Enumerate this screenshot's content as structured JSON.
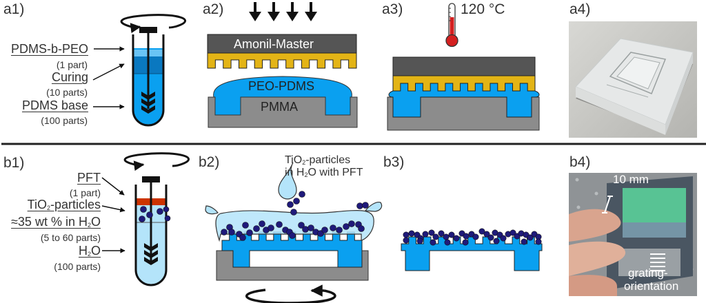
{
  "panels": {
    "a1": {
      "label": "a1)",
      "pdms_b_peo": "PDMS-b-PEO",
      "pdms_b_peo_qty": "(1 part)",
      "curing": "Curing",
      "curing_qty": "(10 parts)",
      "pdms_base": "PDMS base",
      "pdms_base_qty": "(100 parts)"
    },
    "a2": {
      "label": "a2)",
      "master": "Amonil-Master",
      "peo_pdms": "PEO-PDMS",
      "pmma": "PMMA"
    },
    "a3": {
      "label": "a3)",
      "temperature": "120 °C"
    },
    "a4": {
      "label": "a4)"
    },
    "b1": {
      "label": "b1)",
      "pft": "PFT",
      "pft_qty": "(1 part)",
      "tio2_a": "TiO",
      "tio2_sub": "2",
      "tio2_b": "-particles",
      "conc_a": "≈35 wt % in H",
      "conc_sub": "2",
      "conc_b": "O",
      "tio2_qty": "(5 to 60 parts)",
      "h2o_a": "H",
      "h2o_sub": "2",
      "h2o_b": "O",
      "h2o_qty": "(100 parts)"
    },
    "b2": {
      "label": "b2)",
      "drop_l1_a": "TiO",
      "drop_l1_sub": "2",
      "drop_l1_b": "-particles",
      "drop_l2_a": "in H",
      "drop_l2_sub": "2",
      "drop_l2_b": "O with PFT"
    },
    "b3": {
      "label": "b3)"
    },
    "b4": {
      "label": "b4)",
      "scale": "10 mm",
      "grating_l1": "grating-",
      "grating_l2": "orientation"
    }
  },
  "colors": {
    "pdms_blue": "#0aa0f0",
    "pdms_dark": "#0a78c0",
    "peo_light": "#6ac4f5",
    "master_gray": "#555555",
    "gold": "#e3b416",
    "pmma_gray": "#8c8c8c",
    "water": "#b4e4fa",
    "particle": "#1f1a7a",
    "pft_red": "#cc3300",
    "therm_red": "#d42020"
  }
}
